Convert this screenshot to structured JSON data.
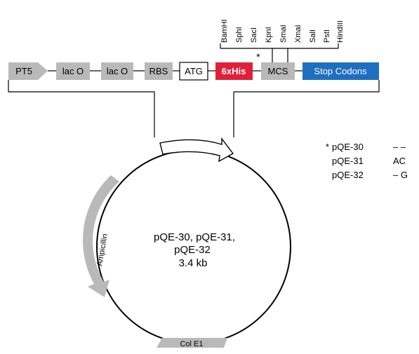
{
  "cassette": {
    "segments": [
      "PT5",
      "lac O",
      "lac O",
      "RBS",
      "ATG",
      "6xHis",
      "MCS",
      "Stop Codons"
    ],
    "asterisk": "*"
  },
  "restriction_sites": [
    "BamHI",
    "SphI",
    "SacI",
    "KpnI",
    "SmaI",
    "XmaI",
    "SalI",
    "PstI",
    "HindIII"
  ],
  "plasmid": {
    "name_line1": "pQE-30, pQE-31,",
    "name_line2": "pQE-32",
    "size": "3.4 kb",
    "features": [
      "Ampicillin",
      "Col E1"
    ]
  },
  "variants": [
    {
      "marker": "*",
      "name": "pQE-30",
      "insert": "– –"
    },
    {
      "marker": "",
      "name": "pQE-31",
      "insert": "AC"
    },
    {
      "marker": "",
      "name": "pQE-32",
      "insert": "– G"
    }
  ],
  "colors": {
    "gray": "#b9b9b9",
    "his_red": "#e0203a",
    "stop_blue": "#1e6fc0",
    "line": "#000000"
  }
}
